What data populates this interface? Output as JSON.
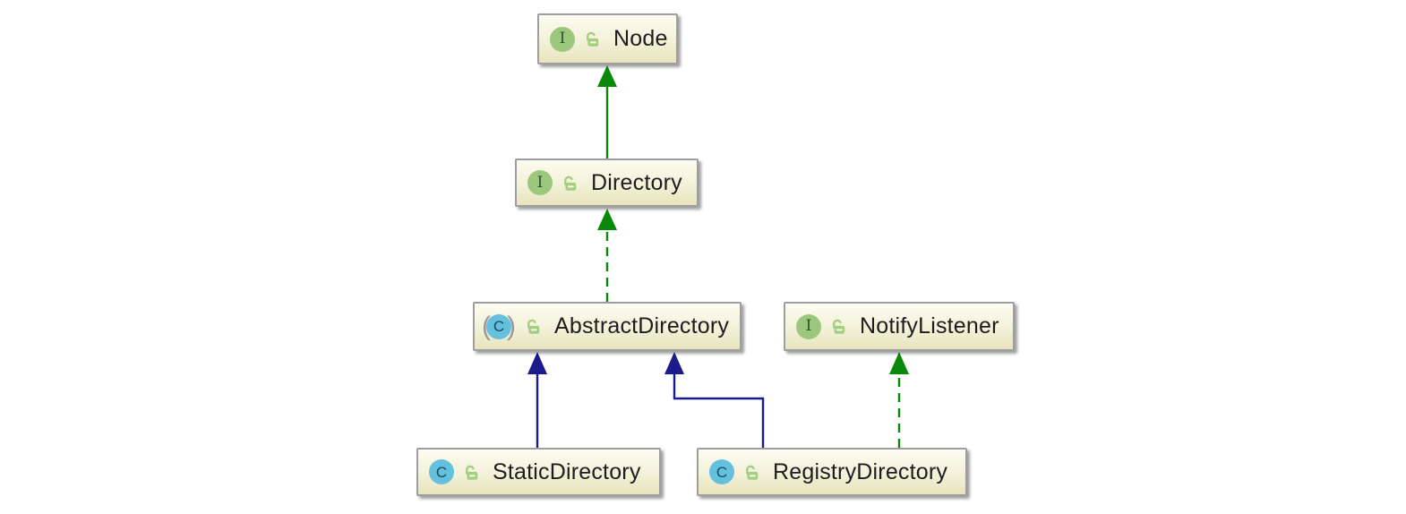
{
  "diagram": {
    "type": "uml_class_diagram",
    "background_color": "#ffffff",
    "palette": {
      "node_fill_top": "#fdfcf1",
      "node_fill_bottom": "#e7e4bd",
      "node_border": "#9e9e9e",
      "interface_icon_color": "#9cc87e",
      "class_icon_color": "#63c1dd",
      "lock_icon_color": "#a3cf7e",
      "label_color": "#1d1d1d",
      "class_inheritance_edge_color": "#1b1b8c",
      "interface_inheritance_edge_color": "#098909"
    },
    "nodes": [
      {
        "id": "Node",
        "label": "Node",
        "kind": "interface",
        "icon_letter": "I",
        "icon": "interface-icon",
        "visibility_icon": "unlocked-padlock-icon"
      },
      {
        "id": "Directory",
        "label": "Directory",
        "kind": "interface",
        "icon_letter": "I",
        "icon": "interface-icon",
        "visibility_icon": "unlocked-padlock-icon"
      },
      {
        "id": "AbstractDirectory",
        "label": "AbstractDirectory",
        "kind": "abstract class",
        "icon_letter": "C",
        "icon": "abstract-class-icon",
        "visibility_icon": "unlocked-padlock-icon"
      },
      {
        "id": "NotifyListener",
        "label": "NotifyListener",
        "kind": "interface",
        "icon_letter": "I",
        "icon": "interface-icon",
        "visibility_icon": "unlocked-padlock-icon"
      },
      {
        "id": "StaticDirectory",
        "label": "StaticDirectory",
        "kind": "class",
        "icon_letter": "C",
        "icon": "class-icon",
        "visibility_icon": "unlocked-padlock-icon"
      },
      {
        "id": "RegistryDirectory",
        "label": "RegistryDirectory",
        "kind": "class",
        "icon_letter": "C",
        "icon": "class-icon",
        "visibility_icon": "unlocked-padlock-icon"
      }
    ],
    "edges": [
      {
        "from": "Directory",
        "to": "Node",
        "relation": "extends",
        "line_style": "solid",
        "color": "green"
      },
      {
        "from": "AbstractDirectory",
        "to": "Directory",
        "relation": "implements",
        "line_style": "dashed",
        "color": "green"
      },
      {
        "from": "StaticDirectory",
        "to": "AbstractDirectory",
        "relation": "extends",
        "line_style": "solid",
        "color": "navy"
      },
      {
        "from": "RegistryDirectory",
        "to": "AbstractDirectory",
        "relation": "extends",
        "line_style": "solid",
        "color": "navy"
      },
      {
        "from": "RegistryDirectory",
        "to": "NotifyListener",
        "relation": "implements",
        "line_style": "dashed",
        "color": "green"
      }
    ]
  }
}
